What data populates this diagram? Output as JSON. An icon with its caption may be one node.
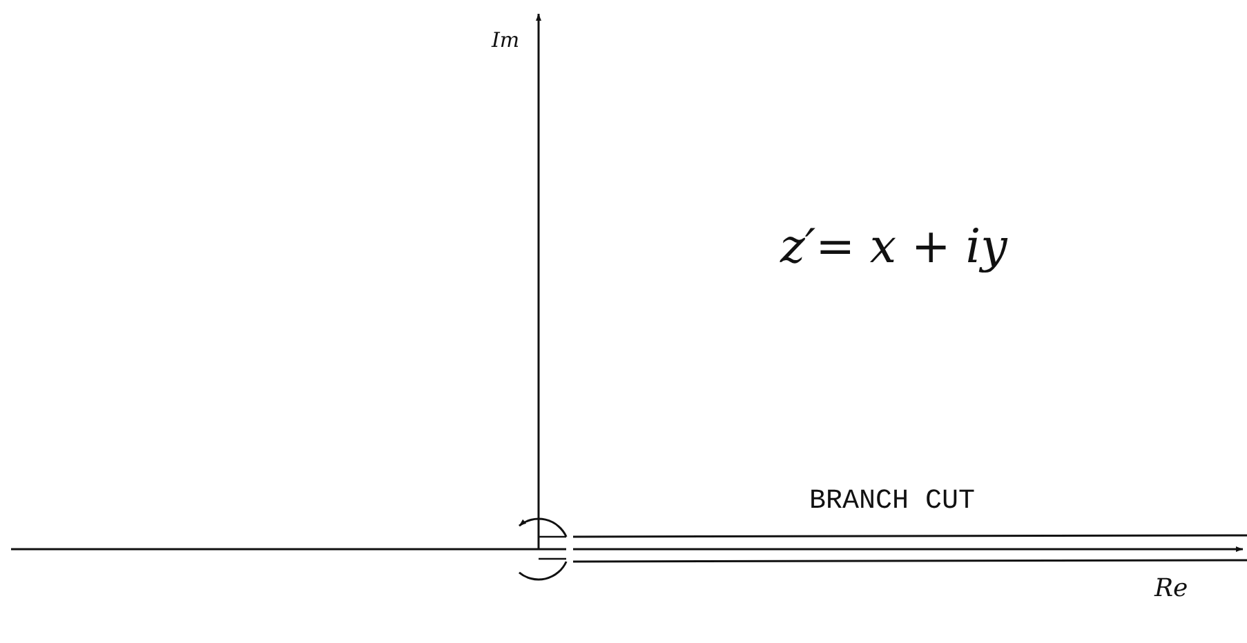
{
  "diagram": {
    "labels": [
      "Im",
      "z′= x + iy",
      "BRANCH CUT",
      "Re"
    ]
  }
}
